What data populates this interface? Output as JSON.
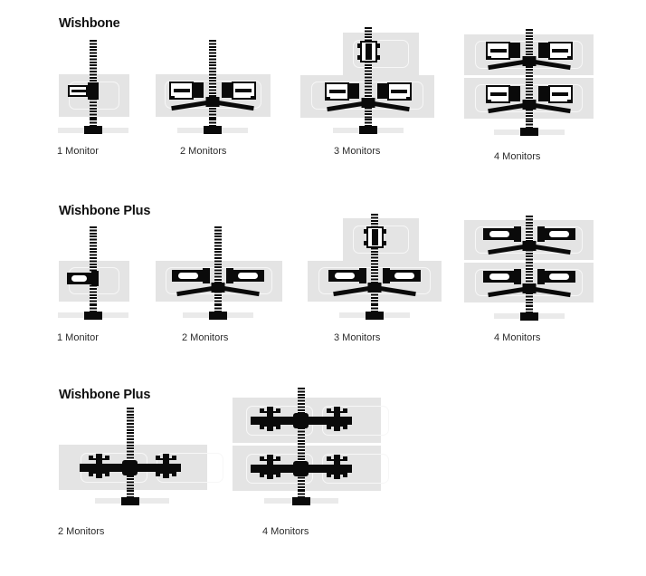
{
  "page": {
    "background": "#ffffff",
    "panel_gray": "#e4e4e4",
    "desk_gray": "#eaeaea",
    "ink": "#0a0a0a",
    "caption_color": "#2b2b2b"
  },
  "sections": [
    {
      "id": "wishbone",
      "title": "Wishbone",
      "configs": [
        {
          "id": "wb-1",
          "caption": "1 Monitor",
          "monitors": 1,
          "orientation": "landscape",
          "rows": 1
        },
        {
          "id": "wb-2",
          "caption": "2 Monitors",
          "monitors": 2,
          "orientation": "landscape",
          "rows": 1
        },
        {
          "id": "wb-3",
          "caption": "3 Monitors",
          "monitors": 3,
          "orientation": "landscape",
          "rows": 2
        },
        {
          "id": "wb-4",
          "caption": "4 Monitors",
          "monitors": 4,
          "orientation": "landscape",
          "rows": 2
        }
      ]
    },
    {
      "id": "wishbone-plus",
      "title": "Wishbone Plus",
      "configs": [
        {
          "id": "wbp-1",
          "caption": "1 Monitor",
          "monitors": 1,
          "orientation": "landscape",
          "rows": 1
        },
        {
          "id": "wbp-2",
          "caption": "2 Monitors",
          "monitors": 2,
          "orientation": "landscape",
          "rows": 1
        },
        {
          "id": "wbp-3",
          "caption": "3 Monitors",
          "monitors": 3,
          "orientation": "landscape",
          "rows": 2
        },
        {
          "id": "wbp-4",
          "caption": "4 Monitors",
          "monitors": 4,
          "orientation": "landscape",
          "rows": 2
        }
      ]
    },
    {
      "id": "wishbone-plus-portrait",
      "title": "Wishbone Plus",
      "configs": [
        {
          "id": "wbpp-2",
          "caption": "2 Monitors",
          "monitors": 2,
          "orientation": "portrait",
          "rows": 1
        },
        {
          "id": "wbpp-4",
          "caption": "4 Monitors",
          "monitors": 4,
          "orientation": "portrait",
          "rows": 2
        }
      ]
    }
  ]
}
